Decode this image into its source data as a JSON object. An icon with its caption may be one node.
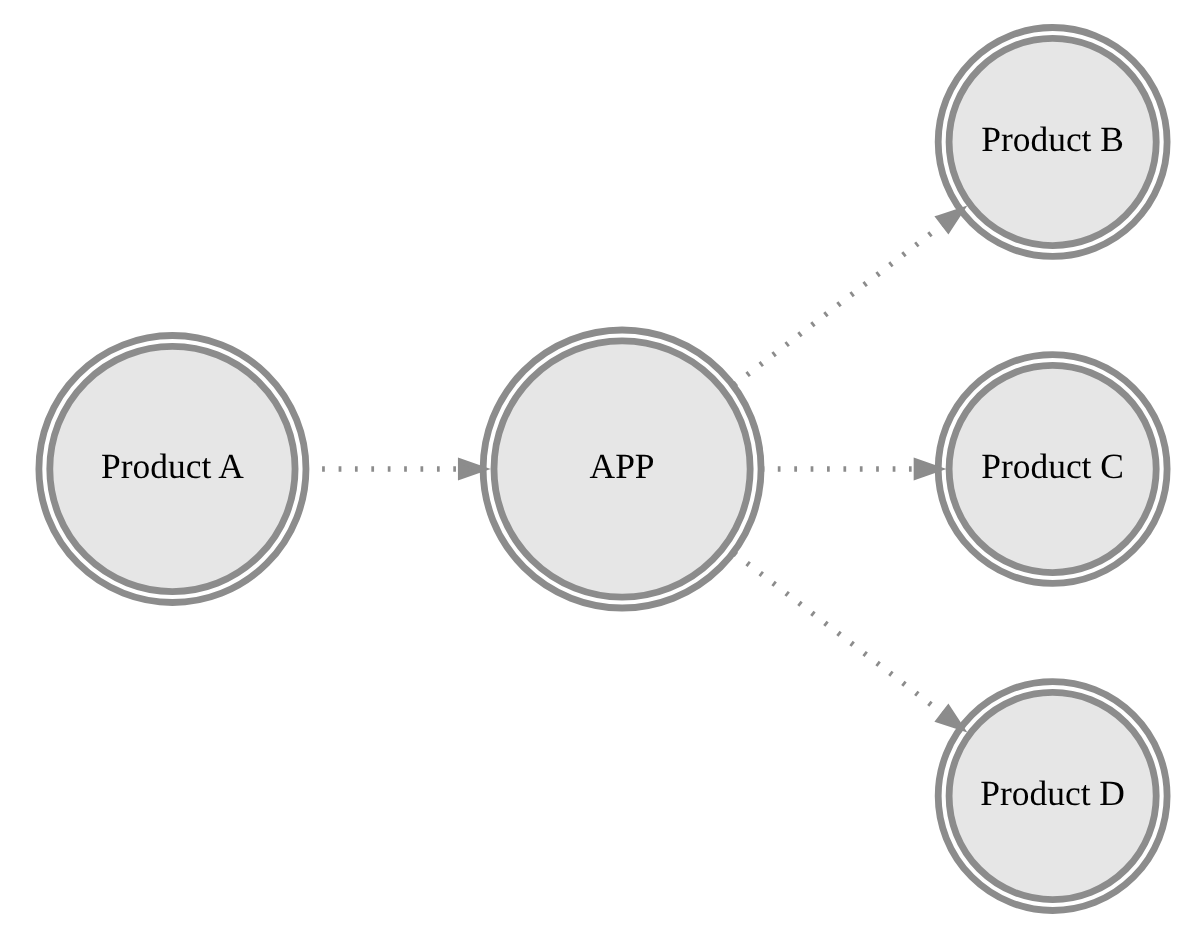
{
  "diagram": {
    "nodes": [
      {
        "text": [
          "Product A"
        ]
      },
      {
        "text": [
          "APP"
        ]
      },
      {
        "text": [
          "Product B"
        ]
      },
      {
        "text": [
          "Product C"
        ]
      },
      {
        "text": [
          "Product D"
        ]
      }
    ],
    "edges": [
      {
        "from": 0,
        "to": 1,
        "arrow": "to",
        "style": "dashed"
      },
      {
        "from": 1,
        "to": 2,
        "arrow": "to",
        "style": "dashed"
      },
      {
        "from": 1,
        "to": 3,
        "arrow": "to",
        "style": "dashed"
      },
      {
        "from": 1,
        "to": 4,
        "arrow": "to",
        "style": "dashed"
      }
    ]
  }
}
